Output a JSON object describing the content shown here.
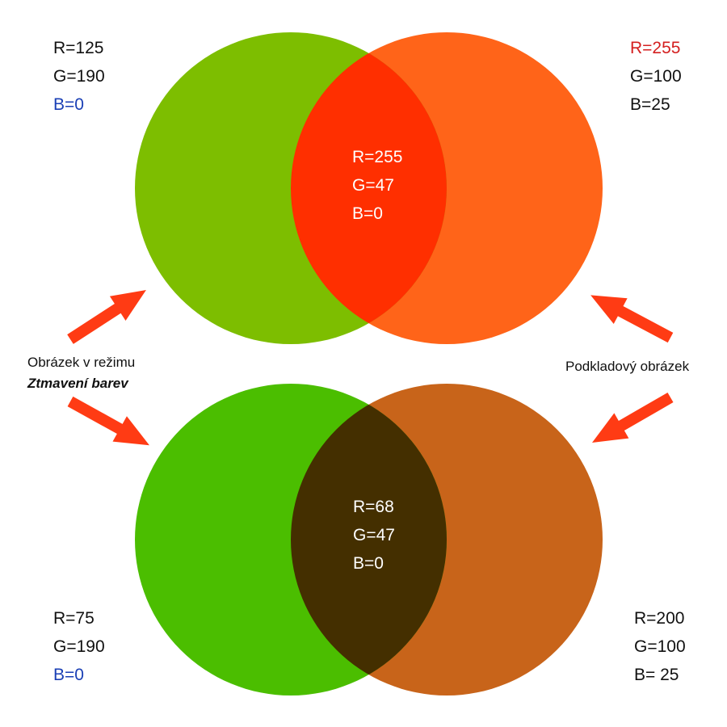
{
  "colors": {
    "top_green": "#7dbe00",
    "top_orange": "#ff6419",
    "top_overlap": "#ff2f00",
    "bottom_green": "#4bbe00",
    "bottom_orange": "#c8641a",
    "bottom_overlap": "#442f00",
    "arrow": "#ff3b14",
    "blue_text": "#1a3fb5",
    "red_text": "#d42020"
  },
  "top": {
    "left_values": {
      "r": "R=125",
      "g": "G=190",
      "b": "B=0"
    },
    "right_values": {
      "r": "R=255",
      "g": "G=100",
      "b": "B=25"
    },
    "overlap_values": {
      "r": "R=255",
      "g": "G=47",
      "b": "B=0"
    }
  },
  "bottom": {
    "left_values": {
      "r": "R=75",
      "g": "G=190",
      "b": "B=0"
    },
    "right_values": {
      "r": "R=200",
      "g": "G=100",
      "b": "B= 25"
    },
    "overlap_values": {
      "r": "R=68",
      "g": "G=47",
      "b": "B=0"
    }
  },
  "captions": {
    "blend_line1": "Obrázek v režimu",
    "blend_line2": "Ztmavení barev",
    "base": "Podkladový obrázek"
  }
}
